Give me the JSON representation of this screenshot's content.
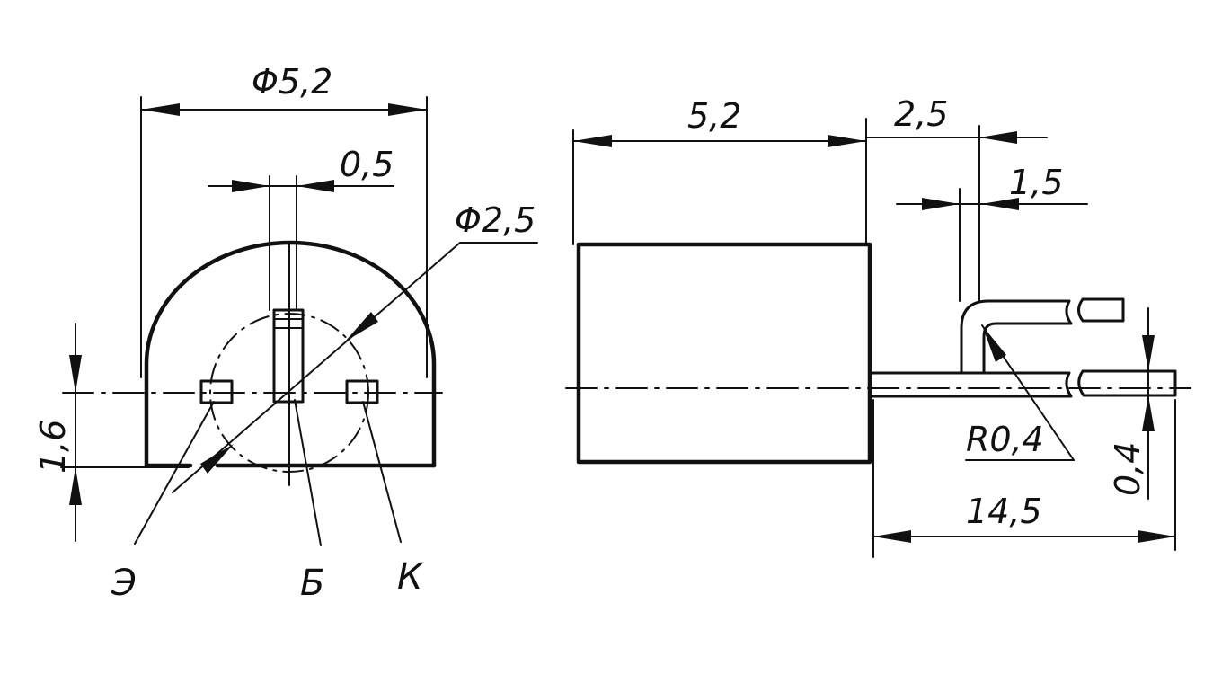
{
  "front_view": {
    "dims": {
      "outer_diameter": "Φ5,2",
      "lead_width": "0,5",
      "pin_circle_diameter": "Φ2,5",
      "base_offset": "1,6"
    },
    "pins": {
      "emitter": "Э",
      "base": "Б",
      "collector": "К"
    }
  },
  "side_view": {
    "dims": {
      "body_length": "5,2",
      "lead_offset": "2,5",
      "bend_offset": "1,5",
      "bend_radius": "R0,4",
      "lead_thickness": "0,4",
      "lead_length": "14,5"
    }
  }
}
